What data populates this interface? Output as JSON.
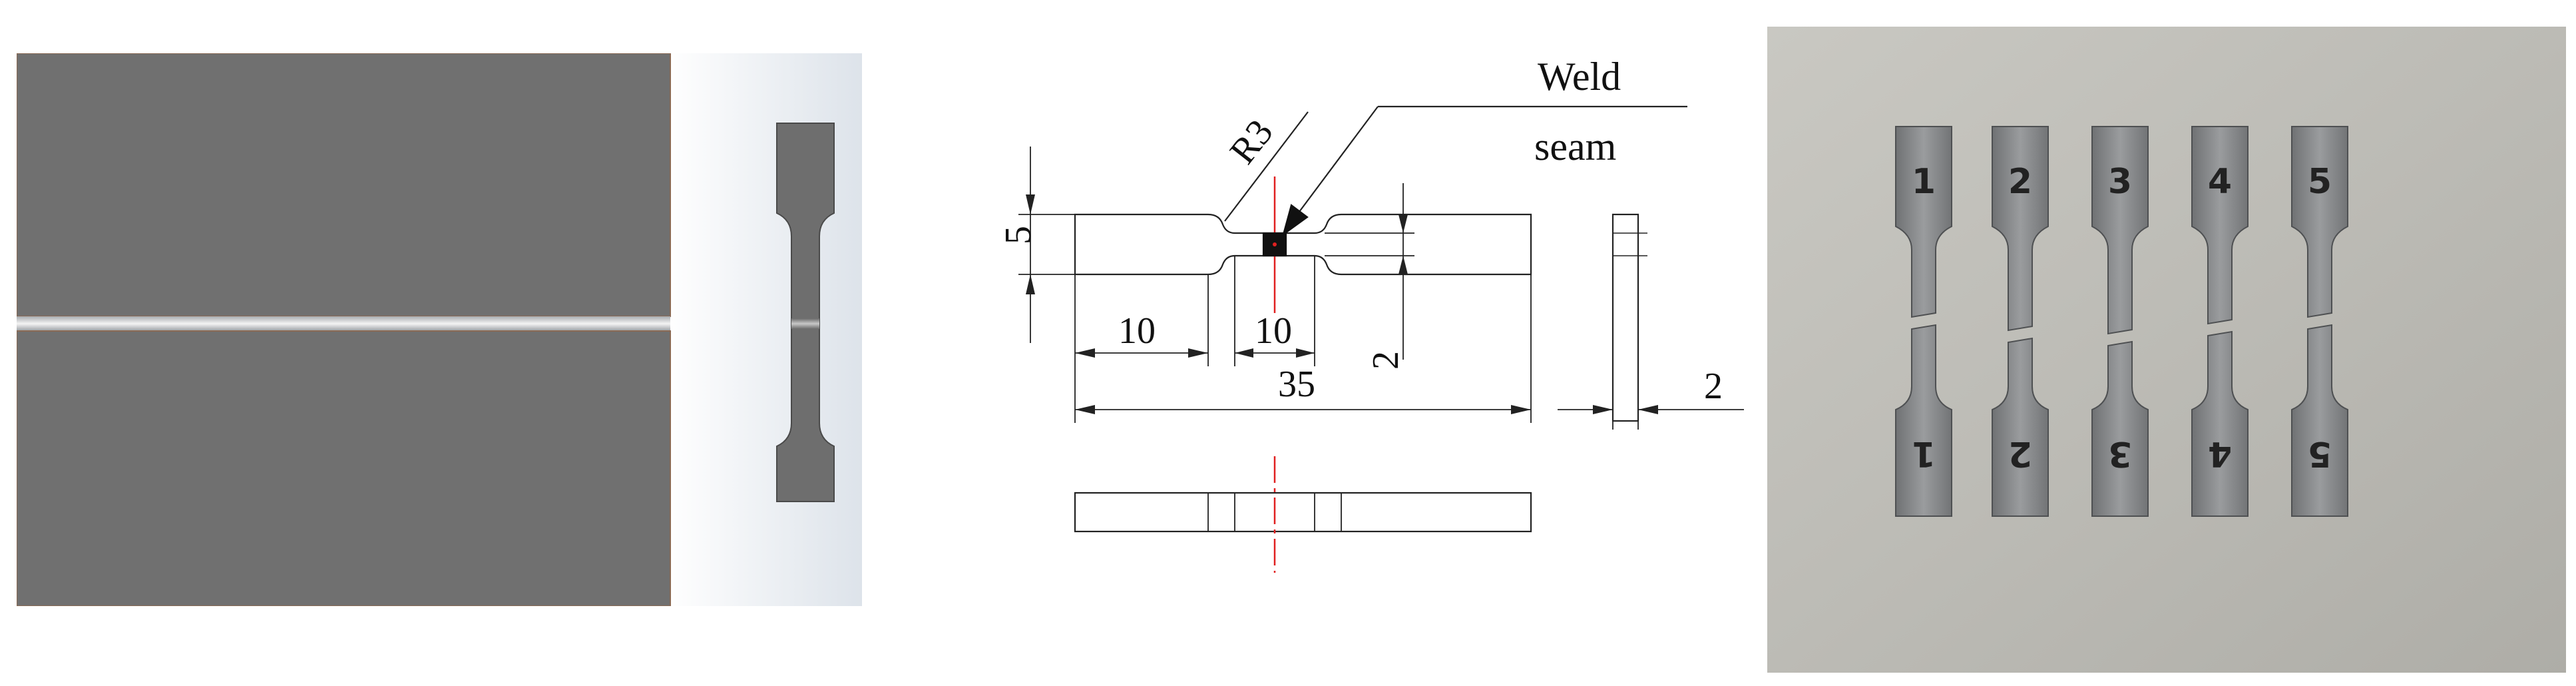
{
  "drawing": {
    "radius_label": "R3",
    "weld_label_line1": "Weld",
    "weld_label_line2": "seam",
    "dim_height": "5",
    "dim_grip_length": "10",
    "dim_gauge_length": "10",
    "dim_gauge_width": "2",
    "dim_total_length": "35",
    "dim_thickness": "2"
  },
  "photo": {
    "specimen_marks": [
      "1",
      "2",
      "3",
      "4",
      "5"
    ]
  },
  "colors": {
    "cad_gray": "#707070",
    "cad_background": "#e8ecf1",
    "drawing_line": "#222222",
    "centerline_red": "#e02020",
    "weld_fill": "#111111",
    "photo_background": "#bdbcb6",
    "specimen_metal": "#8a8c8e"
  }
}
